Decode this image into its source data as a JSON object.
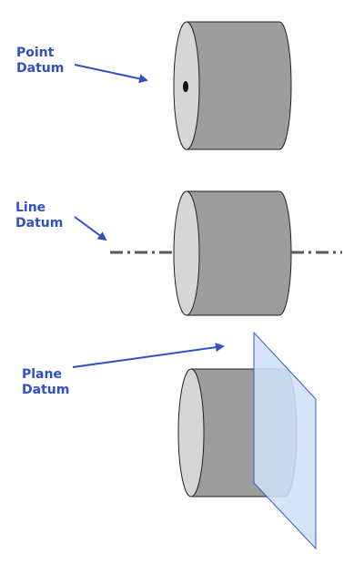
{
  "labels": {
    "point_line1": "Point",
    "point_line2": "Datum",
    "line_line1": "Line",
    "line_line2": "Datum",
    "plane_line1": "Plane",
    "plane_line2": "Datum"
  },
  "colors": {
    "label": "#3050c8",
    "arrow": "#3050c8",
    "cylinder_body": "#9d9d9d",
    "cylinder_face": "#d6d6d6",
    "outline": "#222222",
    "datum_line": "#5a5a5a",
    "plane_fill": "#cfe0f5",
    "plane_stroke": "#3a58d0",
    "point": "#111111"
  }
}
